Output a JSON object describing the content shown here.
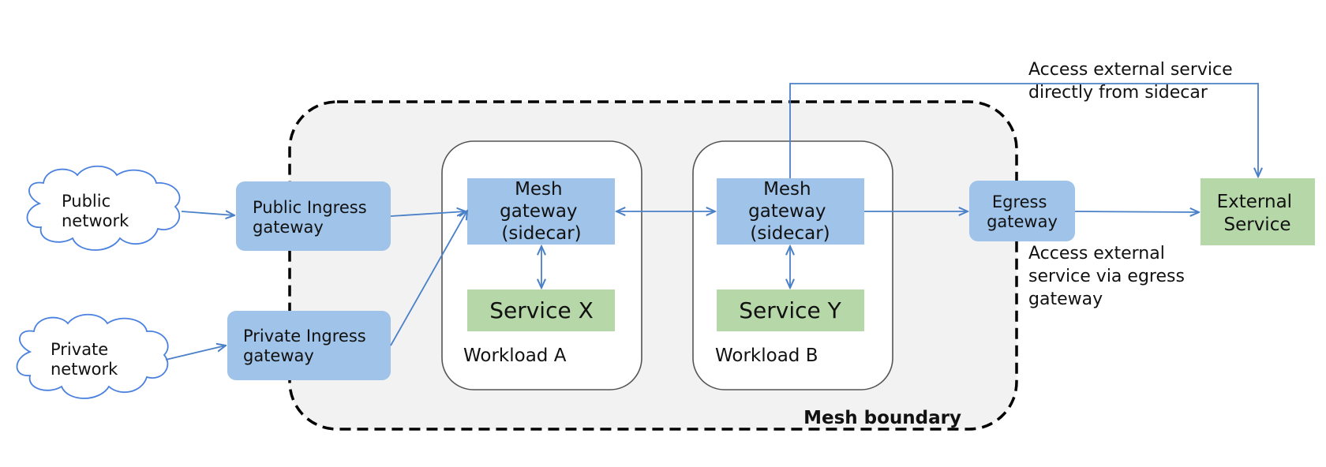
{
  "colors": {
    "blue_box": "#a0c4e9",
    "green_box": "#b6d7a8",
    "boundary_fill": "#f2f2f2",
    "arrow": "#4a80c8",
    "cloud_stroke": "#4a80e0"
  },
  "icons": {
    "cloud": "cloud-icon"
  },
  "boundary": {
    "label": "Mesh boundary"
  },
  "clouds": {
    "public": [
      "Public",
      "network"
    ],
    "private": [
      "Private",
      "network"
    ]
  },
  "gateways": {
    "public_ingress": [
      "Public Ingress",
      "gateway"
    ],
    "private_ingress": [
      "Private Ingress",
      "gateway"
    ],
    "egress": [
      "Egress",
      "gateway"
    ]
  },
  "workloads": {
    "a": {
      "label": "Workload A",
      "mesh": [
        "Mesh",
        "gateway",
        "(sidecar)"
      ],
      "service": "Service X"
    },
    "b": {
      "label": "Workload B",
      "mesh": [
        "Mesh",
        "gateway",
        "(sidecar)"
      ],
      "service": "Service Y"
    }
  },
  "external": {
    "name": [
      "External",
      "Service"
    ]
  },
  "annotations": {
    "direct": [
      "Access external service",
      "directly from sidecar"
    ],
    "via_egress": [
      "Access external",
      "service via egress",
      "gateway"
    ]
  }
}
